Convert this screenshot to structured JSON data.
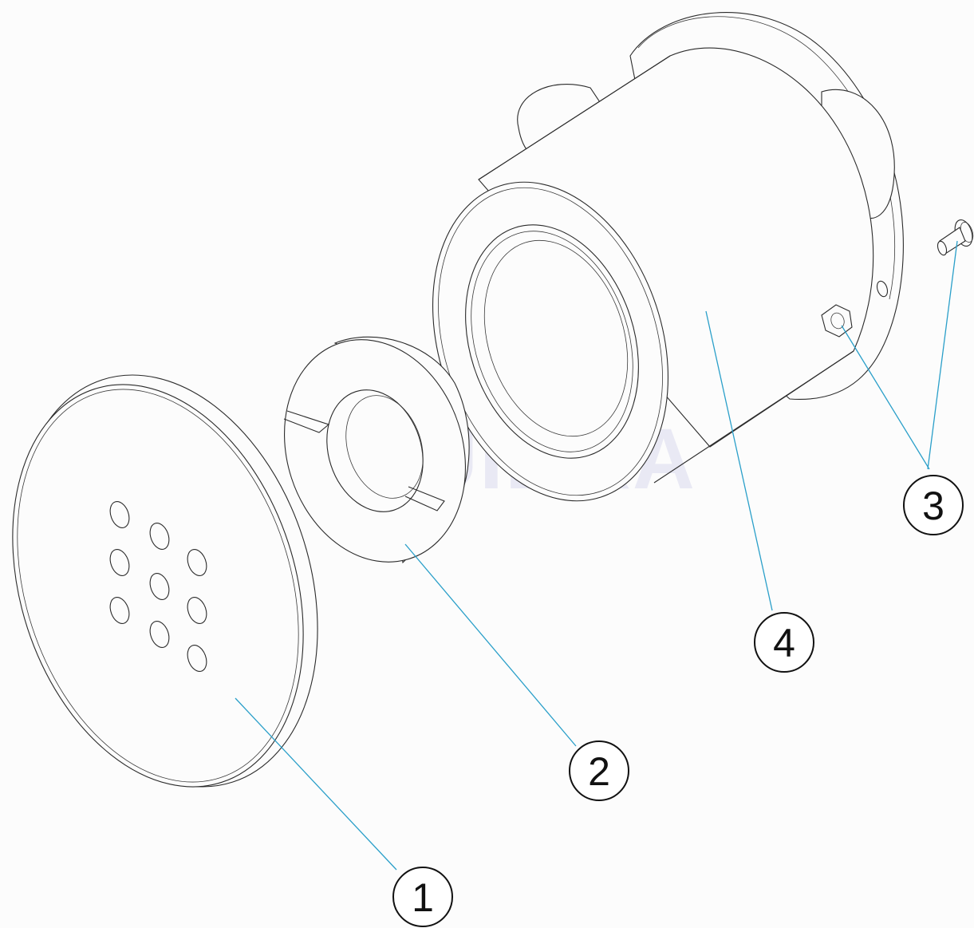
{
  "watermark": "FLUIDRA",
  "colors": {
    "background": "#fcfcfc",
    "line": "#2b2b2b",
    "leader": "#2a9fc9",
    "watermark": "#e9e9f4"
  },
  "callouts": [
    "1",
    "2",
    "3",
    "4"
  ]
}
